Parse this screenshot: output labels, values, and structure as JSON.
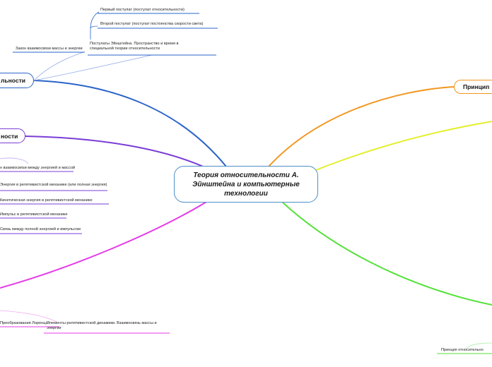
{
  "central": "Теория относительности А. Эйнштейна и компьютерные технологии",
  "branches": {
    "blue": "льности",
    "purple": "ности",
    "orange": "Принцип"
  },
  "nodes": {
    "first_postulate": "Первый постулат (постулат относительности)",
    "second_postulate": "Второй постулат (постулат постоянства скорости света)",
    "postulates": "Постулаты Эйнштейна. Пространство и время в специальной теории относительности",
    "mass_energy_law": "Закон взаимосвязи массы и энергии",
    "energy_mass_relation": "н взаимосвязи между энергией и массой",
    "total_energy": "Энергия в релятивистской механике (или полная энергия)",
    "kinetic_energy": "Кинетическая энергия в релятивистской механике",
    "momentum": "Импульс в релятивистской механике",
    "energy_momentum": "Связь между полной энергией и импульсом",
    "lorentz": "Преобразования Лоренца",
    "dynamics_elements": "Элементы релятивистской динамики. Взаимосвязь массы и энергии",
    "principle_bottom": "Принцип относительно"
  },
  "colors": {
    "blue": "#2a64c8",
    "purple": "#7a3dd6",
    "magenta": "#e53be8",
    "green": "#55e23a",
    "yellow": "#e4ee2a",
    "orange": "#f2961e",
    "central_border": "#4a90c8"
  }
}
